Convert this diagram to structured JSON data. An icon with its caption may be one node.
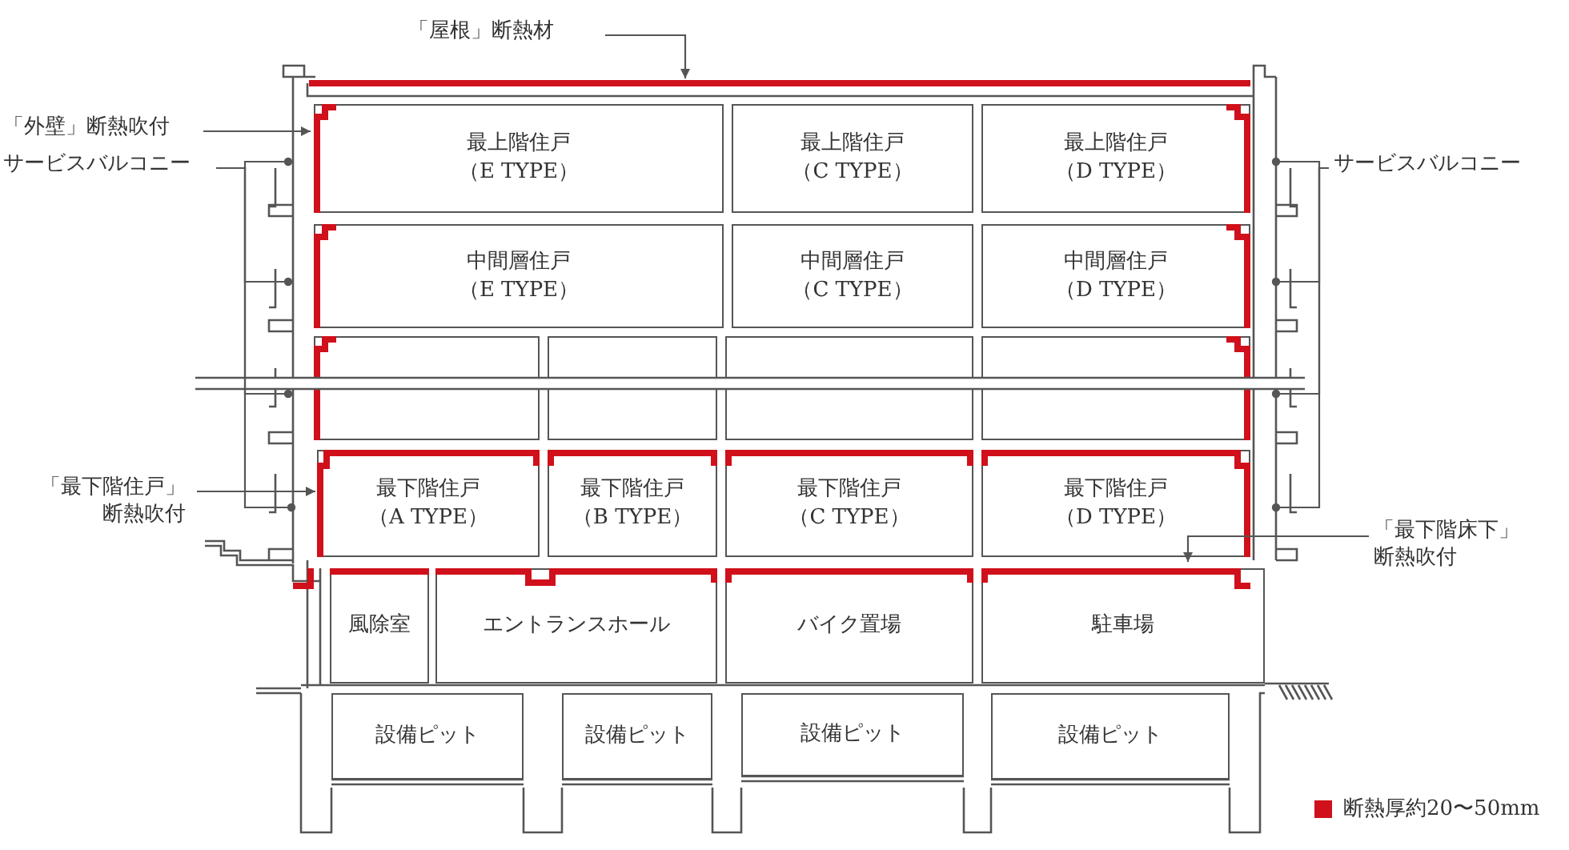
{
  "diagram": {
    "nodes": [
      {
        "text": [
          "最上階住戸",
          "（E TYPE）"
        ]
      },
      {
        "text": [
          "最上階住戸",
          "（C TYPE）"
        ]
      },
      {
        "text": [
          "最上階住戸",
          "（D TYPE）"
        ]
      },
      {
        "text": [
          "中間層住戸",
          "（E TYPE）"
        ]
      },
      {
        "text": [
          "中間層住戸",
          "（C TYPE）"
        ]
      },
      {
        "text": [
          "中間層住戸",
          "（D TYPE）"
        ]
      },
      {
        "text": [],
        "shape": "box"
      },
      {
        "text": [],
        "shape": "box"
      },
      {
        "text": [],
        "shape": "box"
      },
      {
        "text": [],
        "shape": "box"
      },
      {
        "text": [
          "最下階住戸",
          "（A TYPE）"
        ]
      },
      {
        "text": [
          "最下階住戸",
          "（B TYPE）"
        ]
      },
      {
        "text": [
          "最下階住戸",
          "（C TYPE）"
        ]
      },
      {
        "text": [
          "最下階住戸",
          "（D TYPE）"
        ]
      },
      {
        "text": [
          "風除室"
        ]
      },
      {
        "text": [
          "エントランスホール"
        ]
      },
      {
        "text": [
          "バイク置場"
        ]
      },
      {
        "text": [
          "駐車場"
        ]
      },
      {
        "text": [
          "設備ピット"
        ]
      },
      {
        "text": [
          "設備ピット"
        ]
      },
      {
        "text": [
          "設備ピット"
        ]
      },
      {
        "text": [
          "設備ピット"
        ]
      },
      {
        "text": [
          "「屋根」断熱材"
        ]
      },
      {
        "text": [
          "「外壁」断熱吹付"
        ]
      },
      {
        "text": [
          "サービスバルコニー"
        ]
      },
      {
        "text": [
          "サービスバルコニー"
        ]
      },
      {
        "text": [
          "「最下階住戸」断熱吹付"
        ]
      },
      {
        "text": [
          "「最下階床下」断熱吹付"
        ]
      }
    ],
    "edges": [
      {
        "from": 22,
        "to": 0,
        "arrow": "to"
      },
      {
        "from": 23,
        "to": 0,
        "arrow": "to"
      },
      {
        "from": 24,
        "to": 0,
        "arrow": "other"
      },
      {
        "from": 24,
        "to": 3,
        "arrow": "other"
      },
      {
        "from": 24,
        "to": 6,
        "arrow": "other"
      },
      {
        "from": 24,
        "to": 10,
        "arrow": "other"
      },
      {
        "from": 25,
        "to": 2,
        "arrow": "other"
      },
      {
        "from": 25,
        "to": 5,
        "arrow": "other"
      },
      {
        "from": 25,
        "to": 9,
        "arrow": "other"
      },
      {
        "from": 25,
        "to": 13,
        "arrow": "other"
      },
      {
        "from": 26,
        "to": 10,
        "arrow": "to"
      },
      {
        "from": 27,
        "to": 13,
        "arrow": "to"
      }
    ],
    "legend": [
      {
        "text": "断熱厚約20〜50mm",
        "color": "#d0101b"
      }
    ]
  }
}
